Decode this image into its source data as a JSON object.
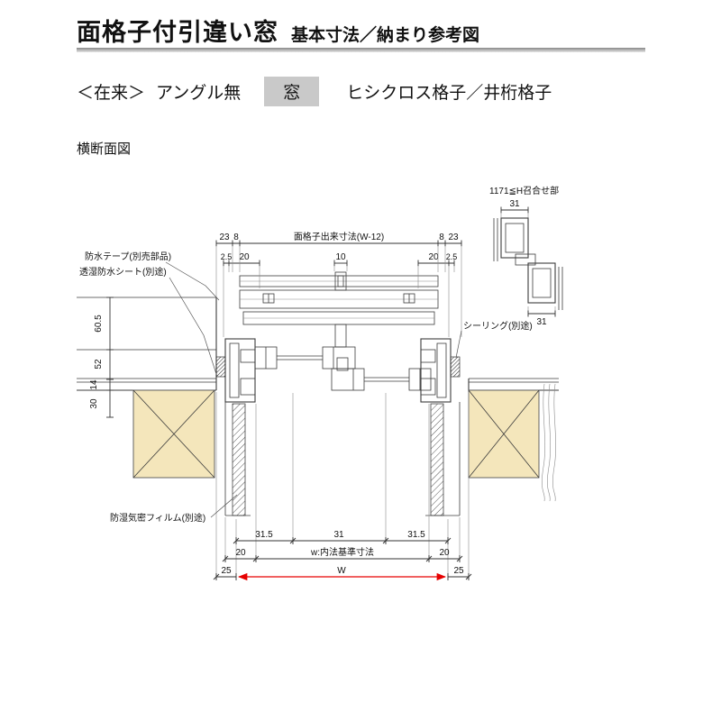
{
  "header": {
    "title": "面格子付引違い窓",
    "subtitle": "基本寸法／納まり参考図"
  },
  "variant": {
    "method": "＜在来＞",
    "angle": "アングル無",
    "window": "窓",
    "grille": "ヒシクロス格子／井桁格子"
  },
  "view_label": "横断面図",
  "detail": {
    "caption": "1171≦H召合せ部",
    "dim_top": "31",
    "dim_bottom": "31"
  },
  "dims": {
    "grille_width": "面格子出来寸法(W-12)",
    "d23l": "23",
    "d8l": "8",
    "d8r": "8",
    "d23r": "23",
    "d25l": "2.5",
    "d20tl": "20",
    "d10": "10",
    "d20tr": "20",
    "d25r": "2.5",
    "d605": "60.5",
    "d52": "52",
    "d14": "14",
    "d30": "30",
    "d315l": "31.5",
    "d31": "31",
    "d315r": "31.5",
    "d20bl": "20",
    "w_inner": "w:内法基準寸法",
    "d20br": "20",
    "d25bl": "25",
    "w_total": "W",
    "d25br": "25"
  },
  "callouts": {
    "waterproof_tape": "防水テープ(別売部品)",
    "breathable_sheet": "透湿防水シート(別途)",
    "sealing": "シーリング(別途)",
    "moisture_film": "防湿気密フィルム(別途)"
  },
  "colors": {
    "wood_fill": "#f4e6bb",
    "dimension_red": "#e60000",
    "highlight_gray": "#c9c9c9"
  }
}
